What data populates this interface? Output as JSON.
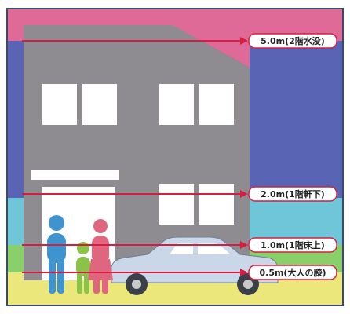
{
  "colors": {
    "band_top": "#e06a97",
    "band_upper": "#5a64b4",
    "band_mid": "#6fc6d8",
    "band_low": "#8ad06a",
    "band_bottom": "#ece77a",
    "house": "#8e8b91",
    "line": "#d51e3f",
    "window": "#ffffff",
    "car": "#c9d7e8",
    "person_blue": "#3f93cf",
    "person_green": "#8bc34a",
    "person_red": "#e06680"
  },
  "levels": [
    {
      "label": "5.0m(2階水没)"
    },
    {
      "label": "2.0m(1階軒下)"
    },
    {
      "label": "1.0m(1階床上)"
    },
    {
      "label": "0.5m(大人の膝)"
    }
  ]
}
